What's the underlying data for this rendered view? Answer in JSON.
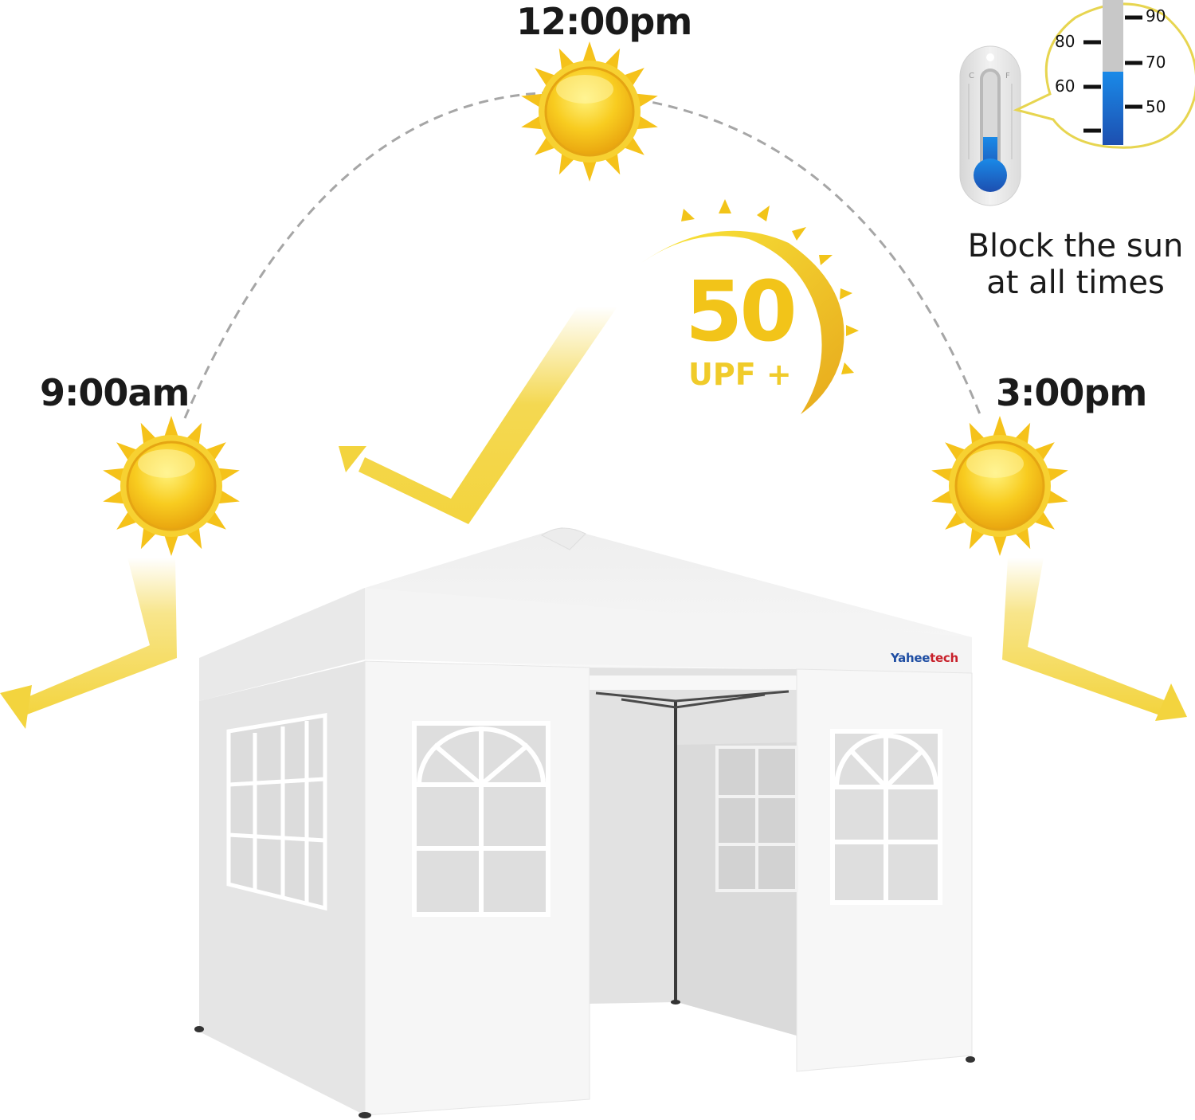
{
  "sun_path": {
    "times": [
      {
        "label": "9:00am",
        "position": "left"
      },
      {
        "label": "12:00pm",
        "position": "top"
      },
      {
        "label": "3:00pm",
        "position": "right"
      }
    ]
  },
  "badge": {
    "value": "50",
    "unit": "UPF +"
  },
  "thermometer": {
    "scale_left": "C",
    "scale_right": "F",
    "zoom_ticks": [
      "90",
      "80",
      "70",
      "60",
      "50"
    ],
    "fill_color": "#1a6fd8"
  },
  "caption": {
    "line1": "Block the sun",
    "line2": "at all times"
  },
  "product": {
    "brand_part1": "Yahee",
    "brand_part2": "tech",
    "brand_color1": "#1f4ea3",
    "brand_color2": "#c8202a"
  },
  "colors": {
    "sun_yellow": "#f7c51c",
    "ray_yellow": "#f3d43e",
    "arc_dash": "#a0a0a0"
  }
}
